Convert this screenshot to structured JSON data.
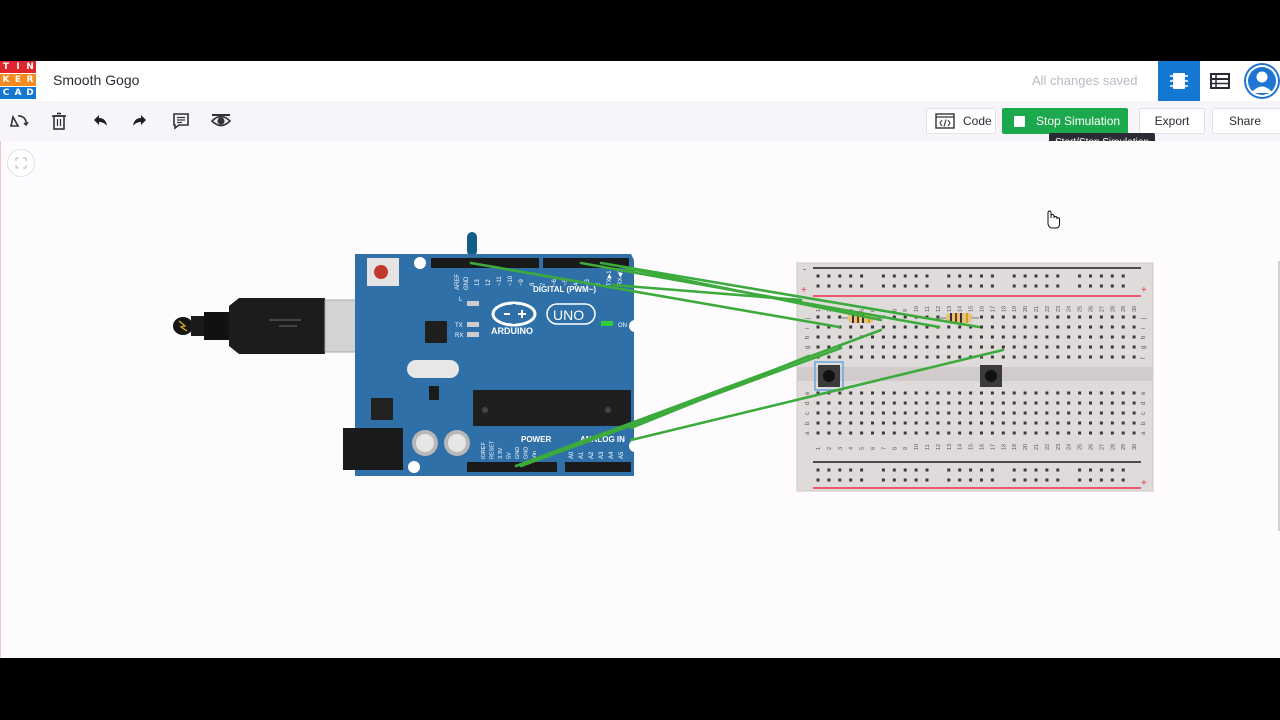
{
  "app": {
    "logo_letters": [
      "T",
      "I",
      "N",
      "K",
      "E",
      "R",
      "C",
      "A",
      "D"
    ],
    "logo_colors": [
      "#e2242c",
      "#e2242c",
      "#e2242c",
      "#f58a1f",
      "#f58a1f",
      "#f58a1f",
      "#1477d1",
      "#1477d1",
      "#1477d1"
    ],
    "project_title": "Smooth Gogo",
    "save_status": "All changes saved",
    "accent_color": "#1477d1",
    "green_color": "#1ca84d"
  },
  "header": {
    "icons": [
      "circuit-view-icon",
      "component-list-icon",
      "user-avatar"
    ]
  },
  "toolbar": {
    "icons": [
      "rotate-icon",
      "delete-icon",
      "undo-icon",
      "redo-icon",
      "notes-icon",
      "visibility-icon"
    ],
    "code_label": "Code",
    "stop_label": "Stop Simulation",
    "export_label": "Export",
    "share_label": "Share",
    "tooltip": "Start/Stop Simulation"
  },
  "board": {
    "brand": "ARDUINO",
    "model": "UNO",
    "digital_label": "DIGITAL (PWM~)",
    "power_label": "POWER",
    "analog_label": "ANALOG IN",
    "aref": "AREF",
    "gnd": "GND",
    "on_label": "ON",
    "tx": "TX",
    "rx": "RX",
    "l_label": "L",
    "pin_labels_top": [
      "13",
      "12",
      "~11",
      "~10",
      "~9",
      "8",
      "7",
      "~6",
      "~5",
      "4",
      "~3",
      "2",
      "TX▶1",
      "RX◀0"
    ],
    "pin_labels_power": [
      "IOREF",
      "RESET",
      "3.3V",
      "5V",
      "GND",
      "GND",
      "Vin"
    ],
    "pin_labels_analog": [
      "A0",
      "A1",
      "A2",
      "A3",
      "A4",
      "A5"
    ]
  },
  "breadboard": {
    "column_numbers": [
      "1",
      "2",
      "3",
      "4",
      "5",
      "6",
      "7",
      "8",
      "9",
      "10",
      "11",
      "12",
      "13",
      "14",
      "15",
      "16",
      "17",
      "18",
      "19",
      "20",
      "21",
      "22",
      "23",
      "24",
      "25",
      "26",
      "27",
      "28",
      "29",
      "30"
    ],
    "rows_top": [
      "j",
      "i",
      "h",
      "g",
      "f"
    ],
    "rows_bottom": [
      "e",
      "d",
      "c",
      "b",
      "a"
    ],
    "rail_minus": "-",
    "rail_plus": "+"
  }
}
